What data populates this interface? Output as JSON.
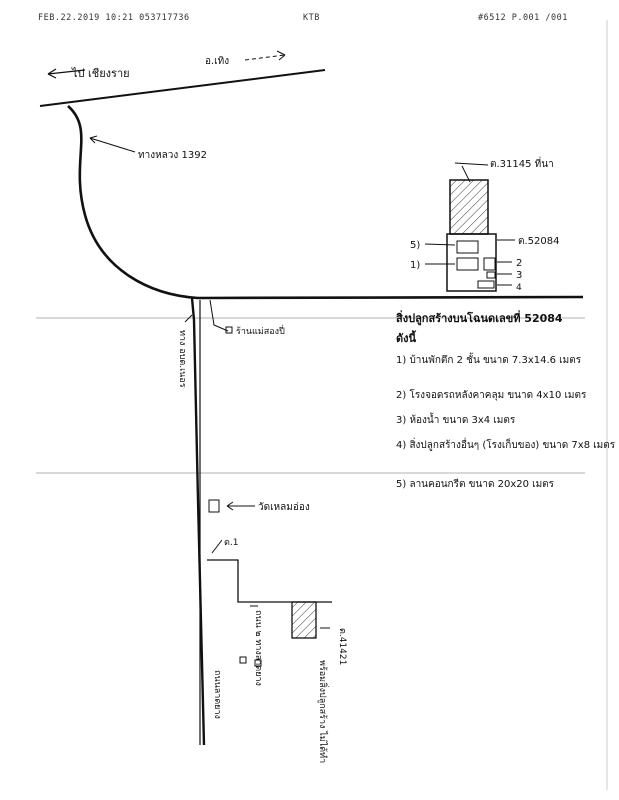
{
  "fax_header": {
    "left": "FEB.22.2019 10:21 053717736",
    "middle": "KTB",
    "right": "#6512 P.001 /001"
  },
  "map": {
    "top_road_left_label": "ไป เชียงราย",
    "top_road_right_label": "อ.เทิง",
    "highway_label": "ทางหลวง 1392",
    "junction_label": "ร้านแม่สองปี่",
    "vertical_road_label": "ทาง อบต.เนอร",
    "plot_north_label": "ต.31145 ที่นา",
    "plot_main_label": "ต.52084",
    "marker_1": "1)",
    "marker_5": "5)",
    "marker_2": "2",
    "marker_3": "3",
    "marker_4": "4",
    "temple_label": "วัดเหลมอ่อง",
    "lower_left_label": "ต.1",
    "lower_plot_label": "ต.41421",
    "lower_plot_note": "พร้อมสิ่งปลูกสร้าง ไม่ได้ทำ",
    "lower_mid_note": "ถนน ๒ ทางลาดยาง",
    "lower_left_note": "ถนนลาดยาง"
  },
  "building_list": {
    "title": "สิ่งปลูกสร้างบนโฉนดเลขที่ 52084",
    "subtitle": "ดังนี้",
    "items": [
      "1) บ้านพักตึก 2 ชั้น ขนาด 7.3x14.6 เมตร",
      "2) โรงจอดรถหลังคาคลุม ขนาด 4x10 เมตร",
      "3) ห้องน้ำ ขนาด 3x4 เมตร",
      "4) สิ่งปลูกสร้างอื่นๆ (โรงเก็บของ) ขนาด 7x8 เมตร",
      "5) ลานคอนกรีต ขนาด 20x20 เมตร"
    ]
  }
}
